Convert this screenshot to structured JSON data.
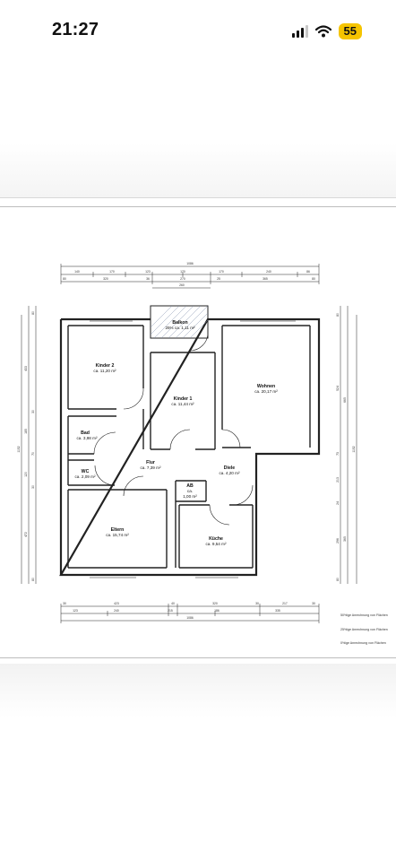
{
  "status_bar": {
    "time": "21:27",
    "battery": "55"
  },
  "plan": {
    "top_dims_row1": [
      "1086"
    ],
    "top_dims_row2": [
      "140",
      "170",
      "123",
      "170",
      "170",
      "240",
      "86"
    ],
    "top_dims_row3": [
      "80",
      "320",
      "36",
      "270",
      "25",
      "365",
      "80"
    ],
    "top_dims_row4": [
      "260"
    ],
    "bottom_dims_row1": [
      "30",
      "423",
      "40",
      "320",
      "30",
      "217",
      "30"
    ],
    "bottom_dims_row2": [
      "123",
      "240",
      "215",
      "186",
      "335"
    ],
    "bottom_dims_row3": [
      "1086"
    ],
    "left_dims_outer": [
      "1152"
    ],
    "left_dims_inner": [
      "80",
      "433",
      "30",
      "185",
      "70",
      "120",
      "30",
      "472",
      "80"
    ],
    "right_dims_outer": [
      "1152"
    ],
    "right_dims_inner": [
      "80",
      "524",
      "665",
      "73",
      "213",
      "24",
      "296",
      "365",
      "80"
    ],
    "rooms": {
      "balkon": {
        "name": "Balkon",
        "area": "25% ca. 1,11 m²"
      },
      "kinder2": {
        "name": "Kinder 2",
        "area": "ca. 11,20 m²"
      },
      "kinder1": {
        "name": "Kinder 1",
        "area": "ca. 11,44 m²"
      },
      "wohnen": {
        "name": "Wohnen",
        "area": "ca. 20,17 m²"
      },
      "bad": {
        "name": "Bad",
        "area": "ca. 3,98 m²"
      },
      "wc": {
        "name": "WC",
        "area": "ca. 2,09 m²"
      },
      "flur": {
        "name": "Flur",
        "area": "ca. 7,39 m²"
      },
      "diele": {
        "name": "Diele",
        "area": "ca. 4,20 m²"
      },
      "ab": {
        "name": "AB",
        "area_line1": "ca.",
        "area_line2": "1,00 m²"
      },
      "eltern": {
        "name": "Eltern",
        "area": "ca. 15,74 m²"
      },
      "kueche": {
        "name": "Küche",
        "area": "ca. 9,54 m²"
      }
    },
    "legend": [
      "50%ige Anrechnung von Flächen",
      "25%ige Anrechnung von Flächen",
      "0%ige Anrechnung von Flächen"
    ]
  }
}
